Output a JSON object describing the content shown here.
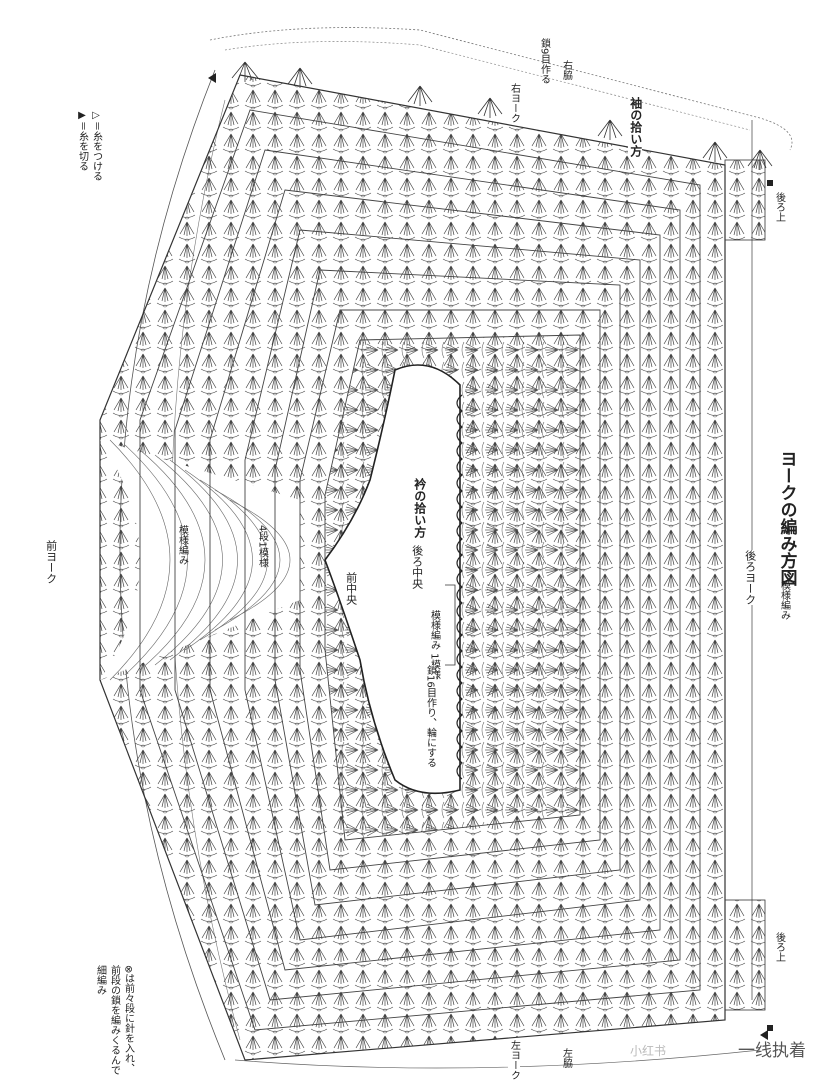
{
  "diagram": {
    "title": "ヨークの編み方図",
    "pattern_label_top": "模様編み",
    "back_yoke": "後ろヨーク",
    "front_yoke": "前ヨーク",
    "pattern_label_left": "模様編み",
    "rows_label": "4段1模様",
    "collar_pickup": "衿の拾い方",
    "back_center": "後ろ中央",
    "pattern_1": "模様編み 1模様",
    "instruction_row16": "鎖16目作り、輪にする",
    "front_center": "前中央",
    "sleeve_pickup": "袖の拾い方",
    "right_yoke": "右ヨーク",
    "left_yoke": "左ヨーク",
    "right_side": "右脇",
    "left_side": "左脇",
    "back_upper_top": "後ろ上",
    "back_upper_bottom": "後ろ上",
    "chain9": "鎖9目作る",
    "legend_attach": "▷＝糸をつける",
    "legend_cut": "▶＝糸を切る",
    "note_line1": "⊗は前々段に針を入れ、",
    "note_line2": "前段の鎖を編みくるんで",
    "note_line3": "細編み",
    "watermark_faint": "小红书",
    "watermark": "一线执着"
  },
  "colors": {
    "line": "#333333",
    "background": "#ffffff"
  }
}
